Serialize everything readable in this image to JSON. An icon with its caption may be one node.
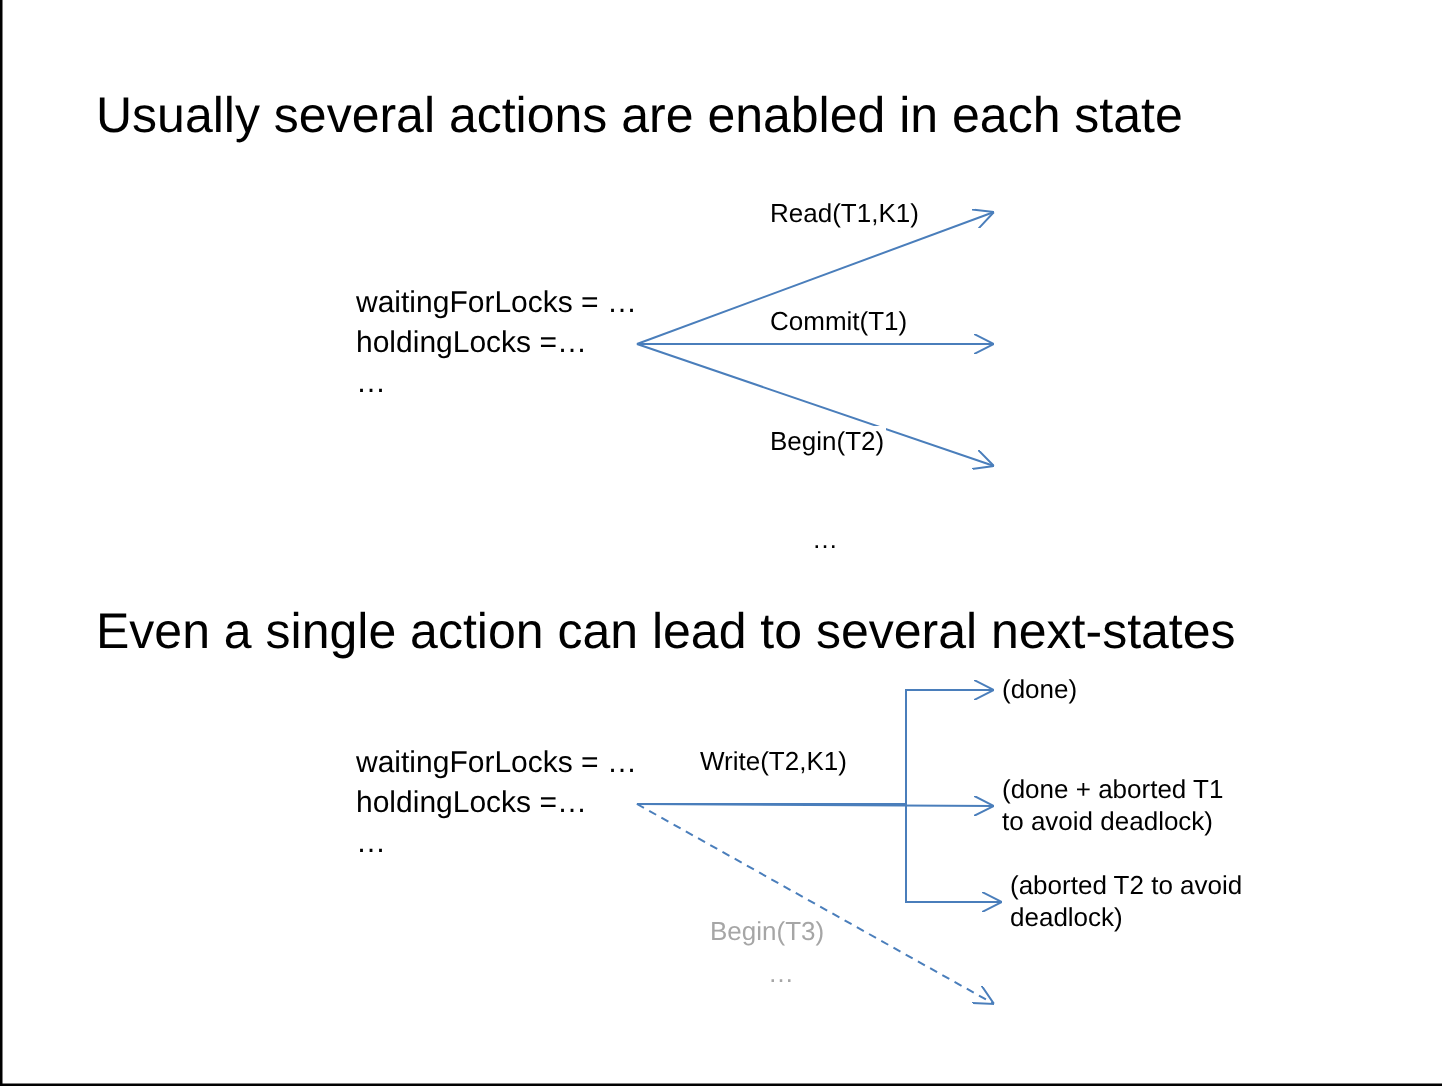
{
  "diagram": {
    "title": "Usually several actions are enabled in each state",
    "nodes": [
      {
        "text": [
          "waitingForLocks = …",
          "holdingLocks =…",
          "…"
        ]
      },
      {
        "text": [
          "waitingForLocks = …",
          "holdingLocks =…",
          "…"
        ]
      },
      {
        "text": [
          "(done)"
        ]
      },
      {
        "text": [
          "(done + aborted T1 to avoid deadlock)"
        ]
      },
      {
        "text": [
          "(aborted T2 to avoid deadlock)"
        ]
      }
    ],
    "edges": [
      {
        "from": 0,
        "to": null,
        "arrow": "to",
        "label": "Read(T1,K1)"
      },
      {
        "from": 0,
        "to": null,
        "arrow": "to",
        "label": "Commit(T1)"
      },
      {
        "from": 0,
        "to": null,
        "arrow": "to",
        "label": "Begin(T2)"
      },
      {
        "from": 1,
        "to": 2,
        "arrow": "to"
      },
      {
        "from": 1,
        "to": 3,
        "arrow": "to",
        "label": "Write(T2,K1)"
      },
      {
        "from": 1,
        "to": 4,
        "arrow": "to"
      },
      {
        "from": 1,
        "to": null,
        "arrow": "to",
        "style": "dashed",
        "label": "Begin(T3)"
      }
    ],
    "labels": [
      "…",
      "Even a single action can lead to several next-states",
      "…"
    ]
  }
}
